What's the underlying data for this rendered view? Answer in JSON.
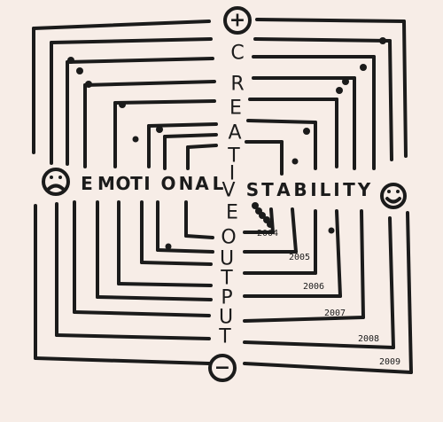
{
  "vertical_axis": {
    "top_symbol": "+",
    "bottom_symbol": "−",
    "upper_letters": [
      "C",
      "R",
      "E",
      "A",
      "T",
      "I",
      "V",
      "E"
    ],
    "lower_letters": [
      "O",
      "U",
      "T",
      "P",
      "U",
      "T"
    ]
  },
  "horizontal_axis": {
    "left_letters": [
      "E",
      "M",
      "O",
      "T",
      "I",
      "O",
      "N",
      "A",
      "L"
    ],
    "right_letters": [
      "S",
      "T",
      "A",
      "B",
      "I",
      "L",
      "I",
      "T",
      "Y"
    ]
  },
  "faces": {
    "left": "sad-face-icon",
    "right": "happy-face-icon"
  },
  "years": [
    "2004",
    "2005",
    "2006",
    "2007",
    "2008",
    "2009"
  ]
}
